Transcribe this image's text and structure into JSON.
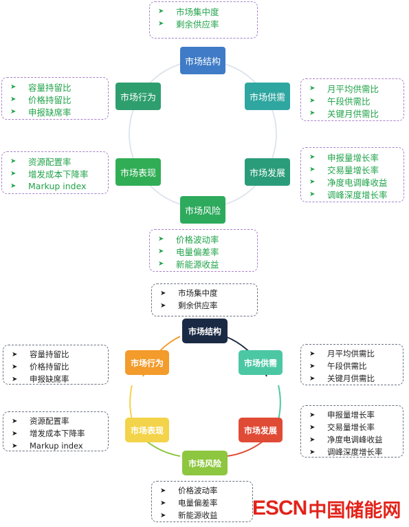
{
  "diagram1": {
    "nodes": {
      "structure": "市场结构",
      "supply": "市场供需",
      "development": "市场发展",
      "risk": "市场风险",
      "performance": "市场表现",
      "behavior": "市场行为"
    },
    "boxes": {
      "structure": [
        "市场集中度",
        "剩余供应率"
      ],
      "supply": [
        "月平均供需比",
        "午段供需比",
        "关键月供需比"
      ],
      "development": [
        "申报量增长率",
        "交易量增长率",
        "净度电调峰收益",
        "调峰深度增长率"
      ],
      "risk": [
        "价格波动率",
        "电量偏差率",
        "新能源收益"
      ],
      "performance": [
        "资源配置率",
        "增发成本下降率",
        "Markup index"
      ],
      "behavior": [
        "容量持留比",
        "价格持留比",
        "申报缺席率"
      ]
    }
  },
  "diagram2": {
    "nodes": {
      "structure": "市场结构",
      "supply": "市场供需",
      "development": "市场发展",
      "risk": "市场风险",
      "performance": "市场表现",
      "behavior": "市场行为"
    },
    "boxes": {
      "structure": [
        "市场集中度",
        "剩余供应率"
      ],
      "supply": [
        "月平均供需比",
        "午段供需比",
        "关键月供需比"
      ],
      "development": [
        "申报量增长率",
        "交易量增长率",
        "净度电调峰收益",
        "调峰深度增长率"
      ],
      "risk": [
        "价格波动率",
        "电量偏差率",
        "新能源收益"
      ],
      "performance": [
        "资源配置率",
        "增发成本下降率",
        "Markup index"
      ],
      "behavior": [
        "容量持留比",
        "价格持留比",
        "申报缺席率"
      ]
    }
  },
  "watermark": {
    "en": "ESCN",
    "cn": "中国储能网"
  },
  "colors": {
    "d1_node": "#3f7bc6",
    "d1_node_green": "#2daa5c",
    "d1_text": "#21a34a",
    "d1_border": "#a77fc8",
    "d1_ring": "#d9e0ea",
    "d2_structure": "#1b2a44",
    "d2_supply": "#4cc7a4",
    "d2_development": "#e04b36",
    "d2_risk": "#8dc63f",
    "d2_performance": "#f3d34a",
    "d2_behavior": "#f39b2b",
    "logo": "#e2231a"
  }
}
